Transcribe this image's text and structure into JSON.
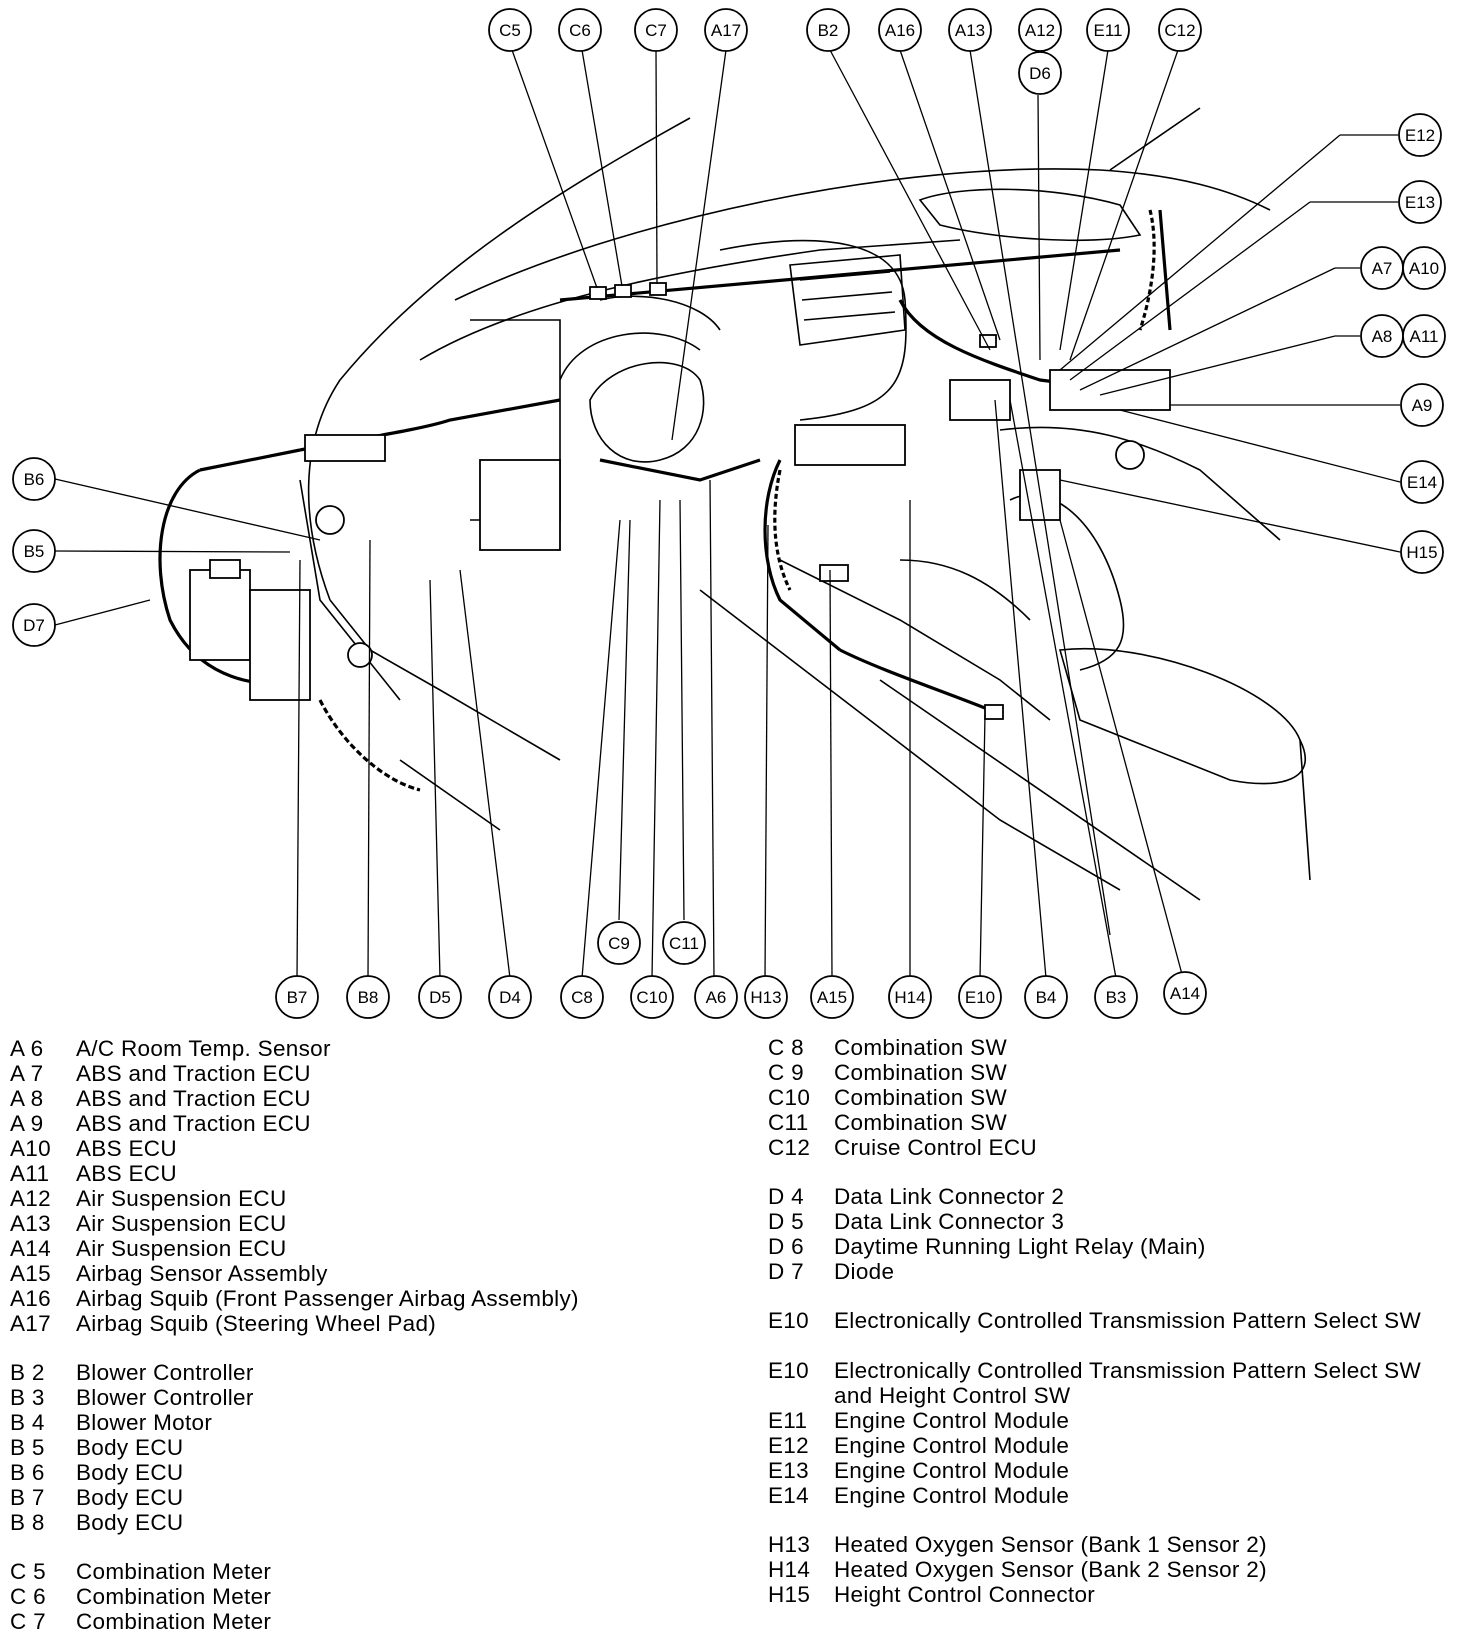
{
  "diagram": {
    "labels_top": [
      "C5",
      "C6",
      "C7",
      "A17",
      "B2",
      "A16",
      "A13",
      "A12",
      "D6",
      "E11",
      "C12"
    ],
    "labels_right": [
      "E12",
      "E13",
      "A7",
      "A10",
      "A8",
      "A11",
      "A9",
      "E14",
      "H15"
    ],
    "labels_left": [
      "B6",
      "B5",
      "D7"
    ],
    "labels_bottom": [
      "B7",
      "B8",
      "D5",
      "D4",
      "C8",
      "C9",
      "C10",
      "C11",
      "A6",
      "H13",
      "A15",
      "H14",
      "E10",
      "B4",
      "B3",
      "A14"
    ]
  },
  "legend": {
    "left": [
      [
        {
          "code": "A 6",
          "desc": "A/C Room Temp. Sensor"
        },
        {
          "code": "A 7",
          "desc": "ABS and Traction ECU"
        },
        {
          "code": "A 8",
          "desc": "ABS and Traction ECU"
        },
        {
          "code": "A 9",
          "desc": "ABS and Traction ECU"
        },
        {
          "code": "A10",
          "desc": "ABS ECU"
        },
        {
          "code": "A11",
          "desc": "ABS ECU"
        },
        {
          "code": "A12",
          "desc": "Air Suspension ECU"
        },
        {
          "code": "A13",
          "desc": "Air Suspension ECU"
        },
        {
          "code": "A14",
          "desc": "Air Suspension ECU"
        },
        {
          "code": "A15",
          "desc": "Airbag Sensor Assembly"
        },
        {
          "code": "A16",
          "desc": "Airbag Squib (Front Passenger Airbag Assembly)"
        },
        {
          "code": "A17",
          "desc": "Airbag Squib (Steering Wheel Pad)"
        }
      ],
      [
        {
          "code": "B 2",
          "desc": "Blower Controller"
        },
        {
          "code": "B 3",
          "desc": "Blower Controller"
        },
        {
          "code": "B 4",
          "desc": "Blower Motor"
        },
        {
          "code": "B 5",
          "desc": "Body ECU"
        },
        {
          "code": "B 6",
          "desc": "Body ECU"
        },
        {
          "code": "B 7",
          "desc": "Body ECU"
        },
        {
          "code": "B 8",
          "desc": "Body ECU"
        }
      ],
      [
        {
          "code": "C 5",
          "desc": "Combination Meter"
        },
        {
          "code": "C 6",
          "desc": "Combination Meter"
        },
        {
          "code": "C 7",
          "desc": "Combination Meter"
        }
      ]
    ],
    "right": [
      [
        {
          "code": "C 8",
          "desc": "Combination SW"
        },
        {
          "code": "C 9",
          "desc": "Combination SW"
        },
        {
          "code": "C10",
          "desc": "Combination SW"
        },
        {
          "code": "C11",
          "desc": "Combination SW"
        },
        {
          "code": "C12",
          "desc": "Cruise Control ECU"
        }
      ],
      [
        {
          "code": "D 4",
          "desc": "Data Link Connector 2"
        },
        {
          "code": "D 5",
          "desc": "Data Link Connector 3"
        },
        {
          "code": "D 6",
          "desc": "Daytime Running Light Relay (Main)"
        },
        {
          "code": "D 7",
          "desc": "Diode"
        }
      ],
      [
        {
          "code": "E10",
          "desc": "Electronically Controlled Transmission Pattern Select SW"
        },
        {
          "code": "E10",
          "desc": "Electronically Controlled Transmission Pattern Select SW and Height Control SW"
        },
        {
          "code": "E11",
          "desc": "Engine Control Module"
        },
        {
          "code": "E12",
          "desc": "Engine Control Module"
        },
        {
          "code": "E13",
          "desc": "Engine Control Module"
        },
        {
          "code": "E14",
          "desc": "Engine Control Module"
        }
      ],
      [
        {
          "code": "H13",
          "desc": "Heated Oxygen Sensor (Bank 1 Sensor 2)"
        },
        {
          "code": "H14",
          "desc": "Heated Oxygen Sensor (Bank 2 Sensor 2)"
        },
        {
          "code": "H15",
          "desc": "Height Control Connector"
        }
      ]
    ]
  }
}
